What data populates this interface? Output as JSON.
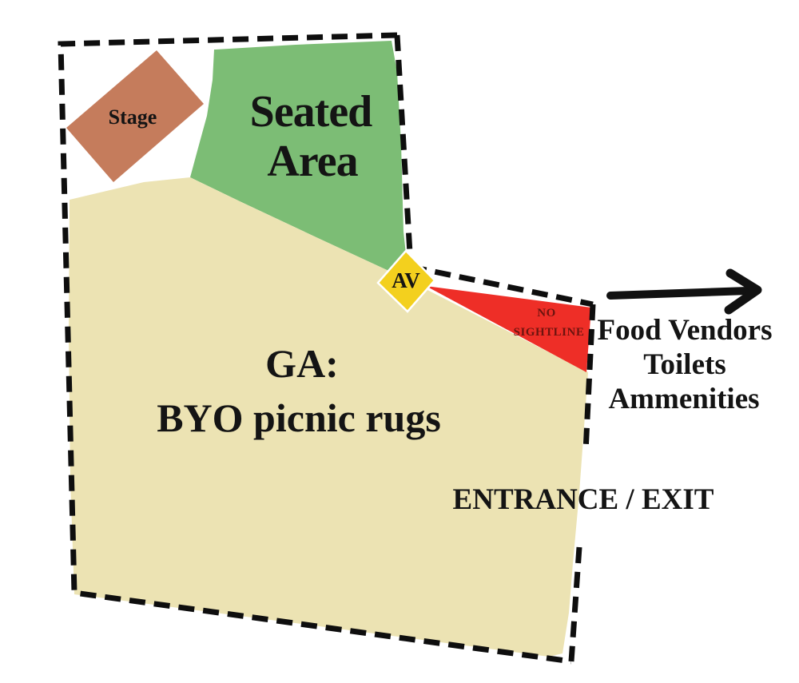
{
  "colors": {
    "background": "#ffffff",
    "border": "#0e0e0e",
    "text": "#141414",
    "arrow": "#111111",
    "seated-fill": "#7cbd75",
    "ga-fill": "#ece3b3",
    "stage-fill": "#c57c5c",
    "av-fill": "#f3d01e",
    "no-sightline-fill": "#ee2e27",
    "no-sightline-text": "#6d140f"
  },
  "regions": {
    "stage": {
      "label": "Stage"
    },
    "seated_area": {
      "lines": [
        "Seated",
        "Area"
      ]
    },
    "general_admission": {
      "lines": [
        "GA:",
        "BYO picnic rugs"
      ]
    },
    "av_booth": {
      "label": "AV"
    },
    "no_sightline": {
      "lines": [
        "NO",
        "SIGHTLINE"
      ]
    }
  },
  "labels": {
    "amenities": {
      "lines": [
        "Food Vendors",
        "Toilets",
        "Ammenities"
      ]
    },
    "entrance": "ENTRANCE / EXIT"
  },
  "icons": {
    "direction_arrow": "right-arrow"
  }
}
